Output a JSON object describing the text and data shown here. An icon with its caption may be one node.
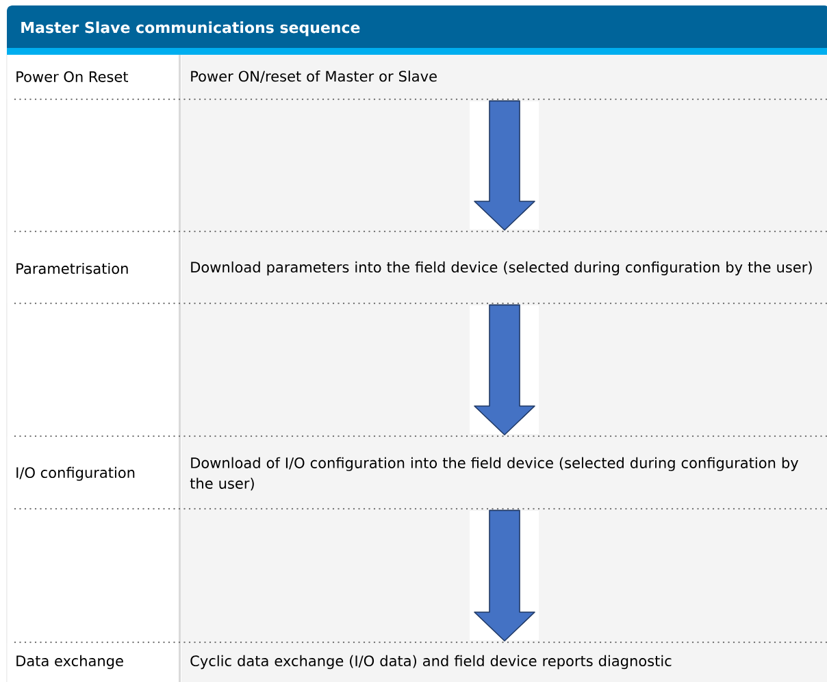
{
  "diagram": {
    "title": "Master Slave communications sequence",
    "nodes": [
      {
        "text": [
          "Power On Reset",
          "Power ON/reset of Master or Slave"
        ]
      },
      {
        "text": [
          "Parametrisation",
          "Download parameters into the field device (selected during configuration by the user)"
        ]
      },
      {
        "text": [
          "I/O configuration",
          "Download of I/O configuration into the field device (selected during configuration by the user)"
        ]
      },
      {
        "text": [
          "Data exchange",
          "Cyclic data exchange (I/O data) and field device reports diagnostic"
        ]
      }
    ],
    "edges": [
      {
        "from": 0,
        "to": 1,
        "arrow": "to"
      },
      {
        "from": 1,
        "to": 2,
        "arrow": "to"
      },
      {
        "from": 2,
        "to": 3,
        "arrow": "to"
      }
    ]
  }
}
